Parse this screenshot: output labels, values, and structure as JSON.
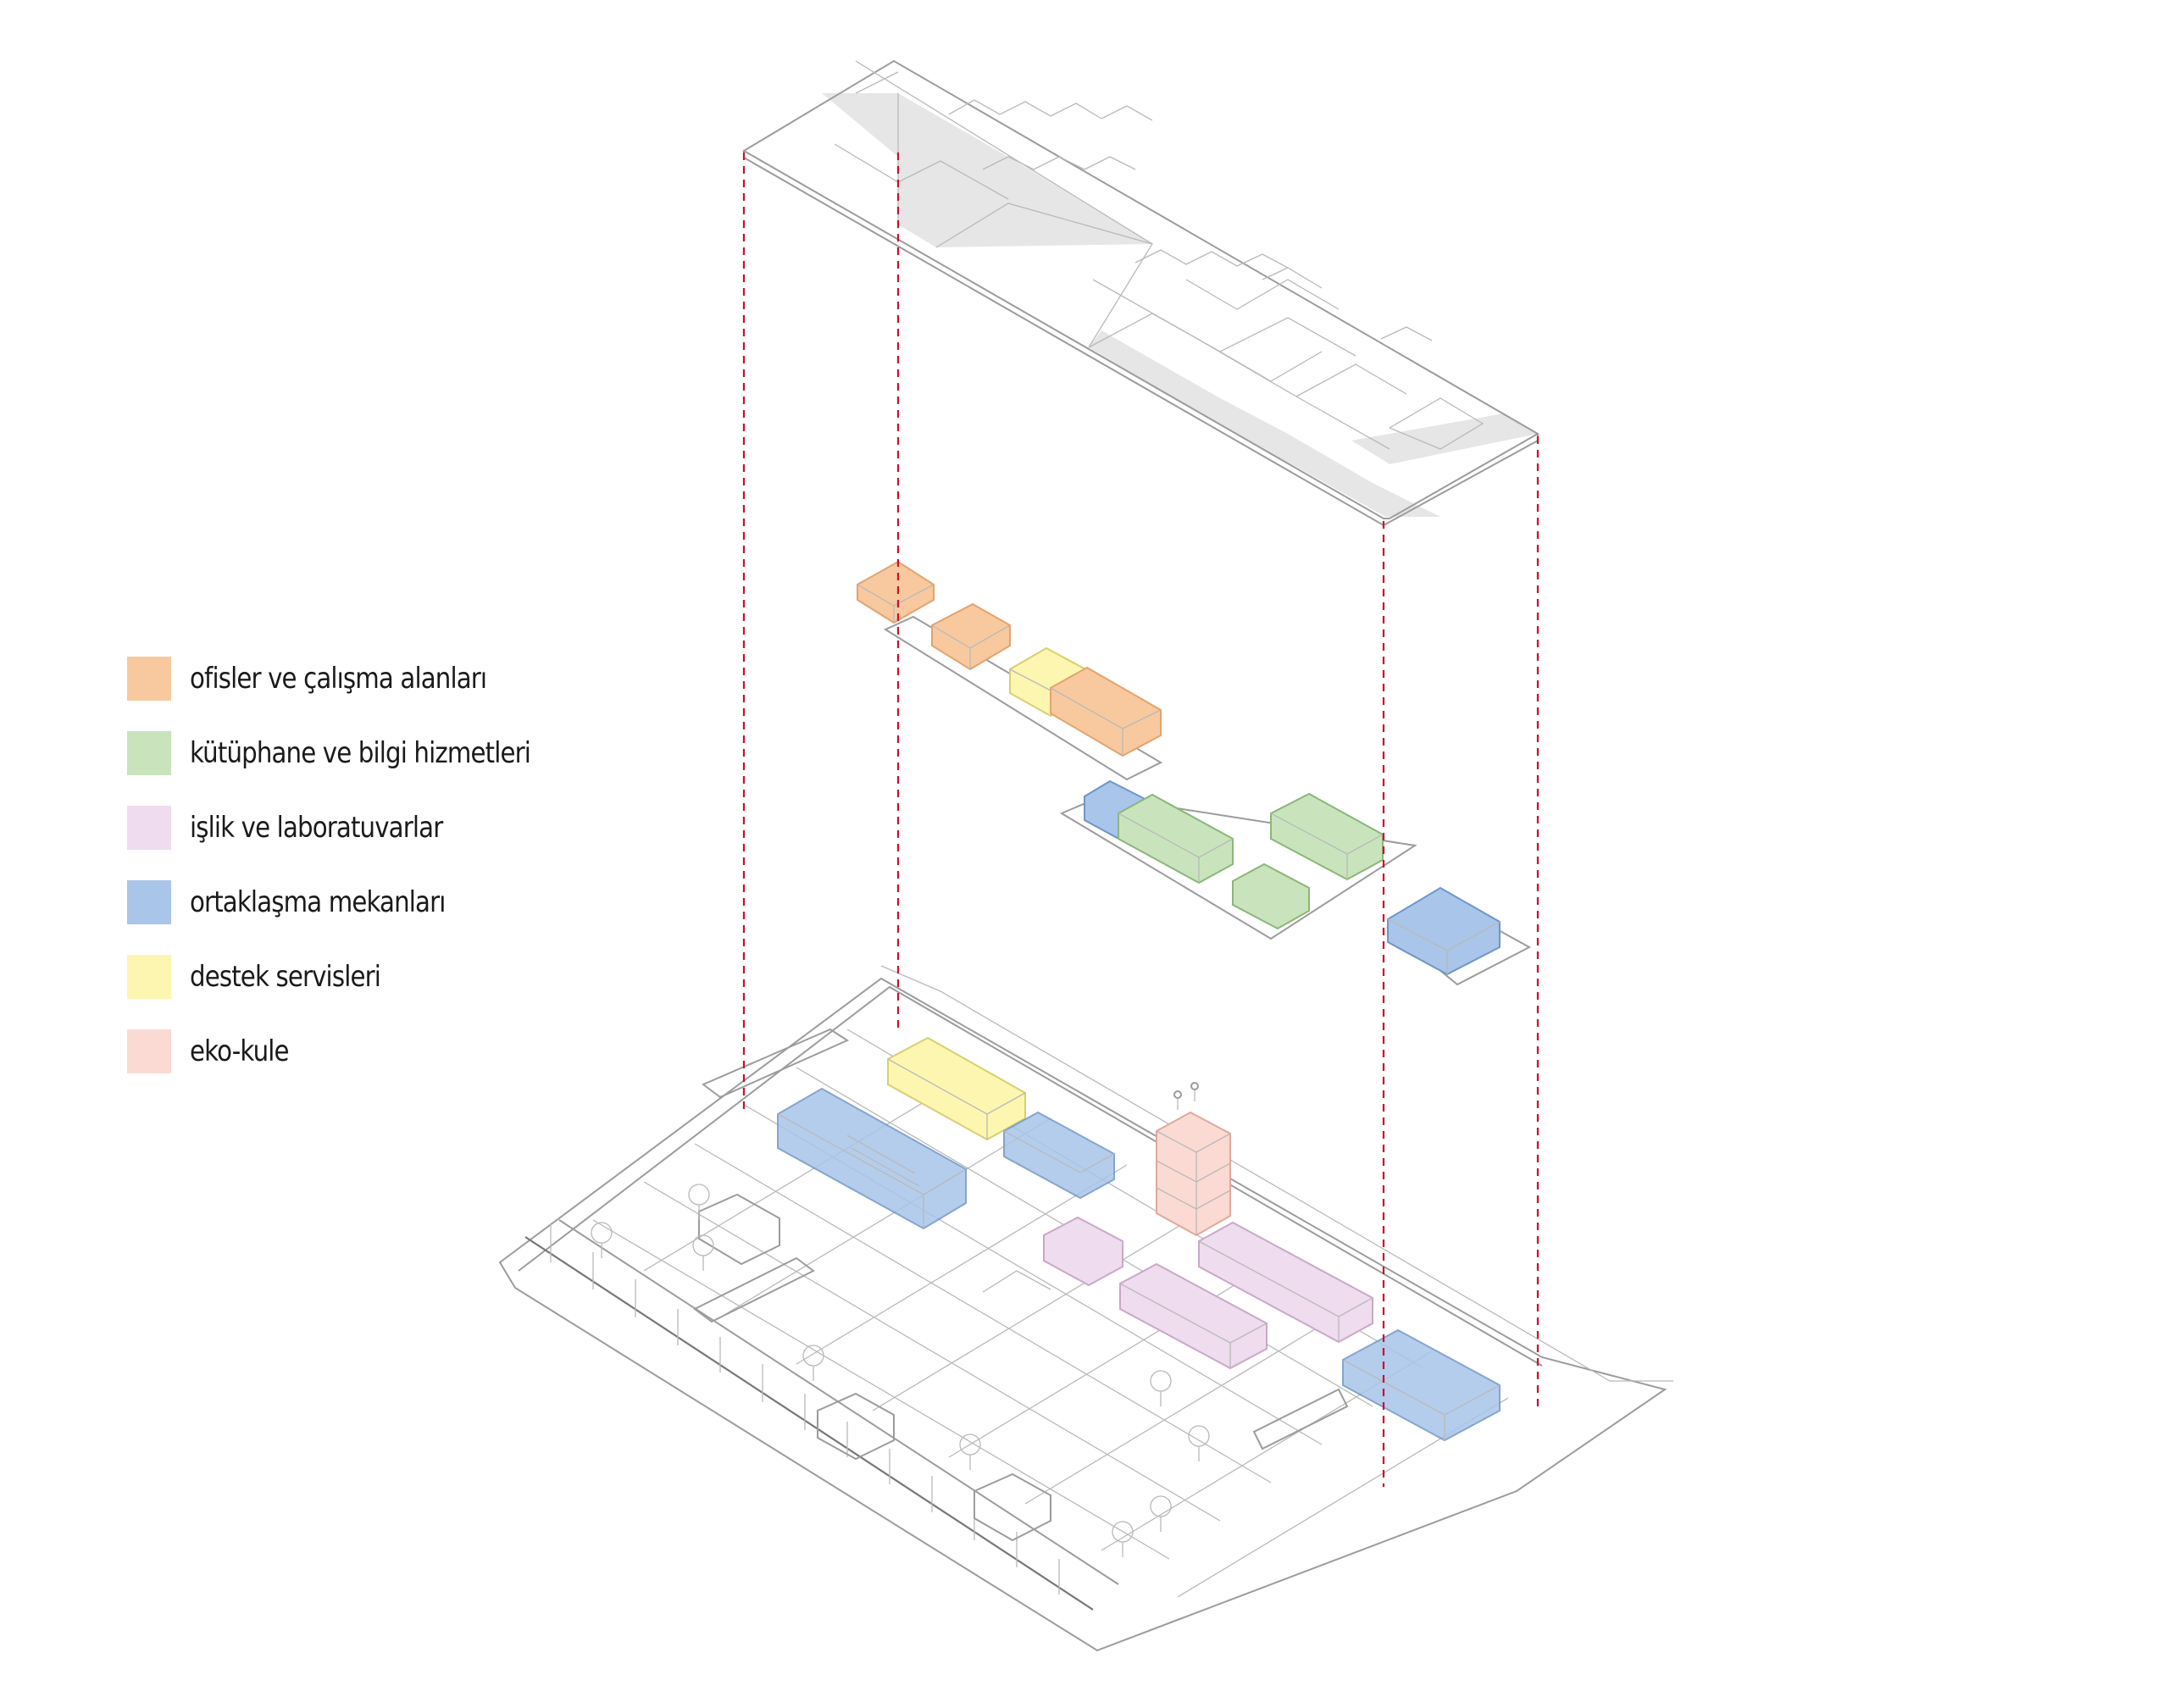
{
  "legend": {
    "items": [
      {
        "label": "ofisler ve çalışma alanları",
        "color": "#f8c99f"
      },
      {
        "label": "kütüphane ve bilgi hizmetleri",
        "color": "#c9e4bd"
      },
      {
        "label": "işlik ve laboratuvarlar",
        "color": "#efdcee"
      },
      {
        "label": "ortaklaşma mekanları",
        "color": "#a9c5e9"
      },
      {
        "label": "destek servisleri",
        "color": "#fcf6b1"
      },
      {
        "label": "eko-kule",
        "color": "#fbdad4"
      }
    ]
  },
  "colors": {
    "guide_lines": "#c8102e",
    "roof_shading": "#e6e6e6",
    "linework": "#9c9c9c"
  }
}
